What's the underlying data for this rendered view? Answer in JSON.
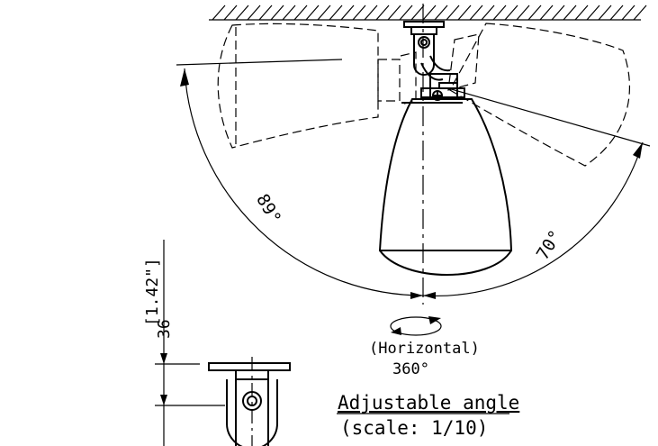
{
  "angles": {
    "left_tilt": "89°",
    "right_tilt": "70°",
    "horizontal_label": "(Horizontal)",
    "horizontal_value": "360°"
  },
  "dimension": {
    "value": "36",
    "imperial": "[1.42\"]"
  },
  "caption": {
    "title": "Adjustable angle",
    "scale": "(scale: 1/10)"
  }
}
